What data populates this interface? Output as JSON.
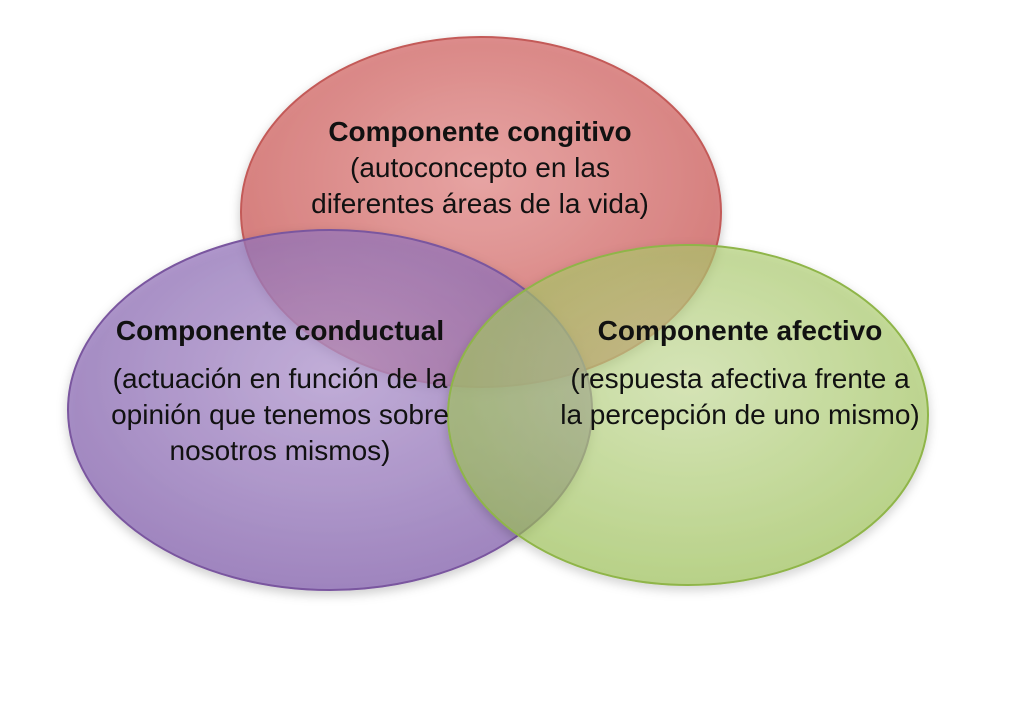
{
  "diagram": {
    "circles": [
      {
        "id": "cognitive",
        "title": "Componente congitivo",
        "description": "(autoconcepto en las diferentes áreas de la vida)",
        "color": "#d46a6a"
      },
      {
        "id": "behavioral",
        "title": "Componente conductual",
        "description": "(actuación en función de la opinión que tenemos sobre nosotros mismos)",
        "color": "#8d6bb5"
      },
      {
        "id": "affective",
        "title": "Componente afectivo",
        "description": "(respuesta afectiva frente a la percepción de uno mismo)",
        "color": "#a6c75d"
      }
    ]
  }
}
